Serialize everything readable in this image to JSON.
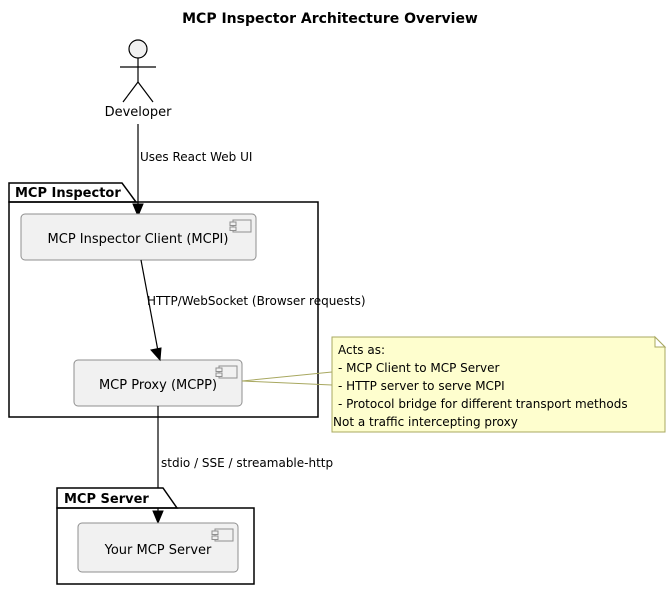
{
  "diagram": {
    "title": "MCP Inspector Architecture Overview",
    "type": "uml-component-diagram",
    "background_color": "#FFFFFF",
    "colors": {
      "component_fill": "#F1F1F1",
      "component_stroke": "#8F8F8F",
      "package_stroke": "#000000",
      "note_fill": "#FEFECE",
      "note_stroke": "#A8A860",
      "text": "#000000"
    }
  },
  "actor": {
    "name": "developer-actor",
    "label": "Developer"
  },
  "packages": [
    {
      "id": "mcp-inspector",
      "title": "MCP Inspector",
      "components": [
        {
          "id": "mcpi",
          "label": "MCP Inspector Client (MCPI)",
          "icon": "component-icon"
        },
        {
          "id": "mcpp",
          "label": "MCP Proxy (MCPP)",
          "icon": "component-icon"
        }
      ]
    },
    {
      "id": "mcp-server",
      "title": "MCP Server",
      "components": [
        {
          "id": "your-mcp-server",
          "label": "Your MCP Server",
          "icon": "component-icon"
        }
      ]
    }
  ],
  "edges": [
    {
      "id": "developer-to-mcpi",
      "label": "Uses React Web UI",
      "from": "developer-actor",
      "to": "mcpi"
    },
    {
      "id": "mcpi-to-mcpp",
      "label": "HTTP/WebSocket (Browser requests)",
      "from": "mcpi",
      "to": "mcpp"
    },
    {
      "id": "mcpp-to-server",
      "label": "stdio / SSE / streamable-http",
      "from": "mcpp",
      "to": "your-mcp-server"
    }
  ],
  "note": {
    "id": "mcpp-note",
    "attached_to": "mcpp",
    "lines": [
      "Acts as:",
      "- MCP Client to MCP Server",
      "- HTTP server to serve MCPI",
      "- Protocol bridge for different transport methods",
      "Not a traffic intercepting proxy"
    ]
  }
}
